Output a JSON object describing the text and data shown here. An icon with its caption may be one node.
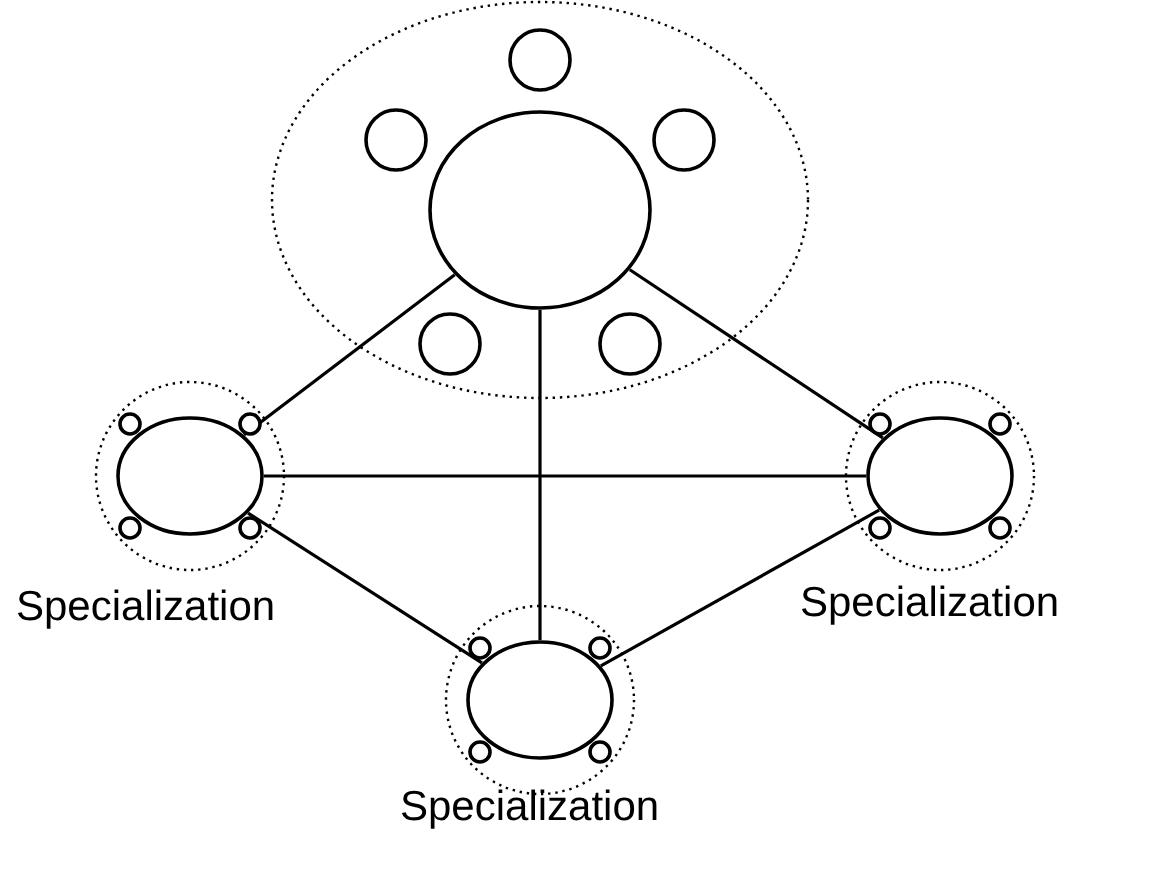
{
  "diagram": {
    "nodes": [
      {
        "text": [],
        "shape": "circle"
      },
      {
        "text": [],
        "shape": "circle",
        "in": 0
      },
      {
        "text": [],
        "shape": "circle",
        "in": 0
      },
      {
        "text": [],
        "shape": "circle",
        "in": 0
      },
      {
        "text": [],
        "shape": "circle",
        "in": 0
      },
      {
        "text": [],
        "shape": "circle",
        "in": 0
      },
      {
        "text": [],
        "shape": "circle",
        "in": 0
      },
      {
        "text": [],
        "shape": "circle",
        "beside": [
          "Specialization"
        ]
      },
      {
        "text": [],
        "shape": "circle",
        "in": 7
      },
      {
        "text": [],
        "shape": "circle",
        "in": 7
      },
      {
        "text": [],
        "shape": "circle",
        "in": 7
      },
      {
        "text": [],
        "shape": "circle",
        "in": 7
      },
      {
        "text": [],
        "shape": "circle",
        "in": 7
      },
      {
        "text": [],
        "shape": "circle",
        "beside": [
          "Specialization"
        ]
      },
      {
        "text": [],
        "shape": "circle",
        "in": 13
      },
      {
        "text": [],
        "shape": "circle",
        "in": 13
      },
      {
        "text": [],
        "shape": "circle",
        "in": 13
      },
      {
        "text": [],
        "shape": "circle",
        "in": 13
      },
      {
        "text": [],
        "shape": "circle",
        "in": 13
      },
      {
        "text": [],
        "shape": "circle",
        "beside": [
          "Specialization"
        ]
      },
      {
        "text": [],
        "shape": "circle",
        "in": 19
      },
      {
        "text": [],
        "shape": "circle",
        "in": 19
      },
      {
        "text": [],
        "shape": "circle",
        "in": 19
      },
      {
        "text": [],
        "shape": "circle",
        "in": 19
      },
      {
        "text": [],
        "shape": "circle",
        "in": 19
      }
    ],
    "edges": [
      {
        "from": 1,
        "to": 8,
        "arrow": "none"
      },
      {
        "from": 1,
        "to": 14,
        "arrow": "none"
      },
      {
        "from": 1,
        "to": 20,
        "arrow": "none"
      },
      {
        "from": 8,
        "to": 14,
        "arrow": "none"
      },
      {
        "from": 8,
        "to": 20,
        "arrow": "none"
      },
      {
        "from": 14,
        "to": 20,
        "arrow": "none"
      }
    ]
  }
}
